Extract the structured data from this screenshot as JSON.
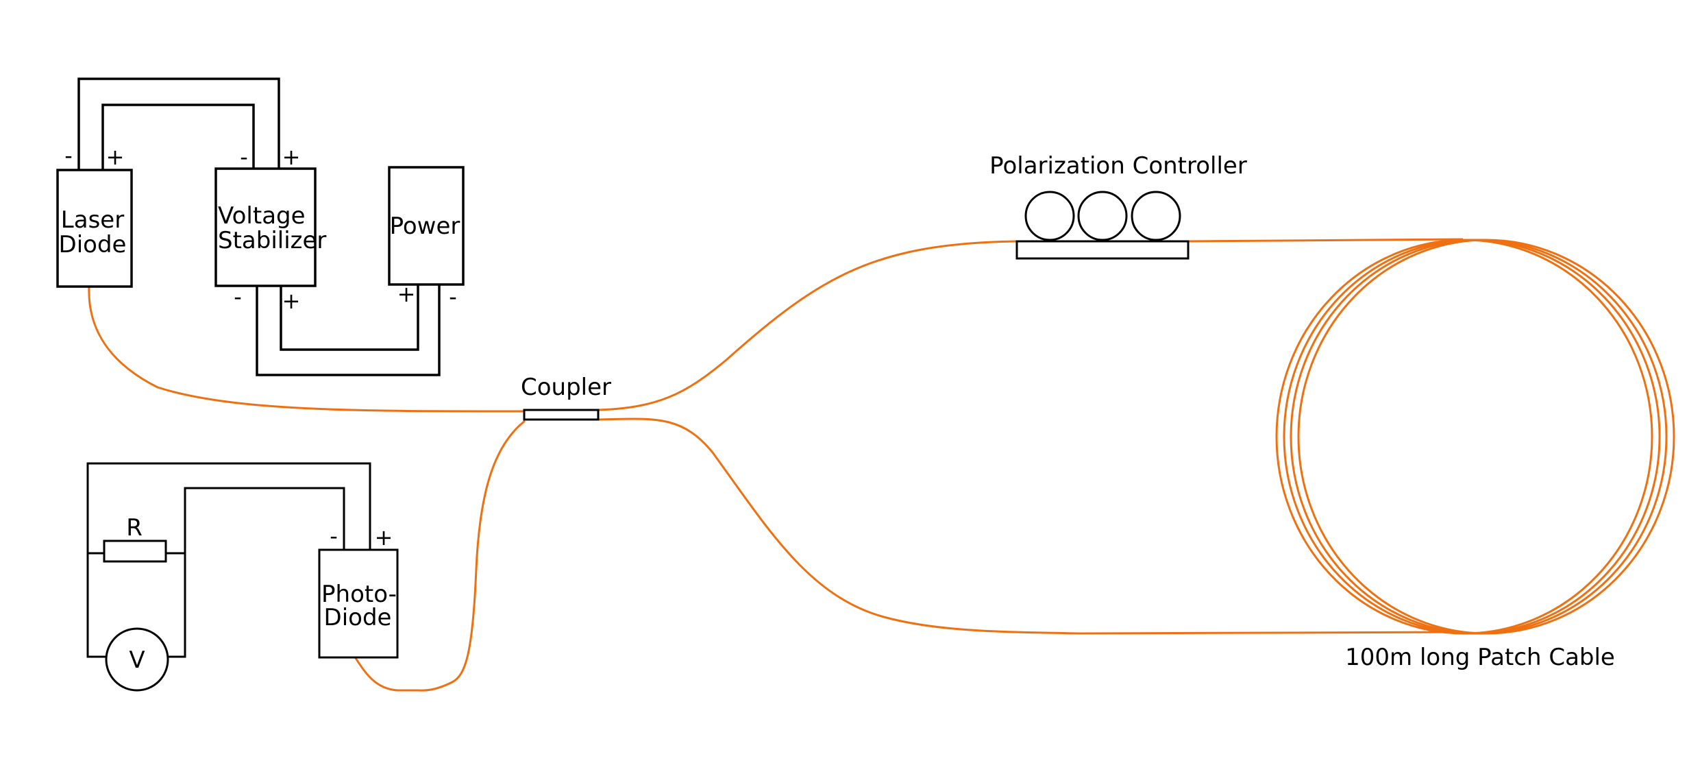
{
  "colors": {
    "fiber": "#ee7011",
    "wire": "#000000",
    "background": "#ffffff"
  },
  "components": {
    "laser_diode": {
      "line1": "Laser",
      "line2": "Diode"
    },
    "voltage_stabilizer": {
      "line1": "Voltage",
      "line2": "Stabilizer"
    },
    "power": {
      "label": "Power"
    },
    "coupler": {
      "label": "Coupler"
    },
    "polarization_controller": {
      "label": "Polarization Controller"
    },
    "patch_cable": {
      "label": "100m long Patch Cable"
    },
    "photodiode": {
      "line1": "Photo-",
      "line2": "Diode"
    },
    "resistor": {
      "label": "R"
    },
    "voltmeter": {
      "label": "V"
    }
  },
  "terminals": {
    "minus": "-",
    "plus": "+"
  }
}
